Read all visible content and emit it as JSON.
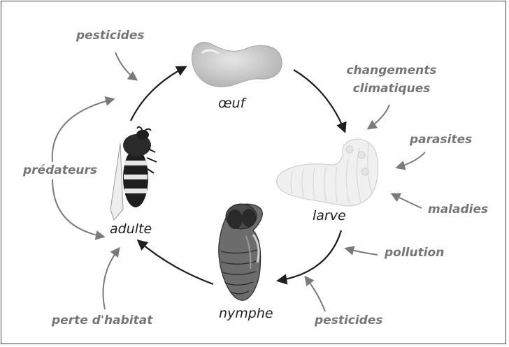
{
  "stages": {
    "egg": "œuf",
    "larva": "larve",
    "pupa": "nymphe",
    "adult": "adulte"
  },
  "threats": {
    "pesticides_top": "pesticides",
    "climate_line1": "changements",
    "climate_line2": "climatiques",
    "parasites": "parasites",
    "predators": "prédateurs",
    "diseases": "maladies",
    "pollution": "pollution",
    "habitat_loss": "perte d'habitat",
    "pesticides_bottom": "pesticides"
  },
  "colors": {
    "cycle_arrow": "#1e1e1e",
    "threat_arrow": "#7a7a7a",
    "threat_text": "#757575",
    "stage_text": "#1e1e1e",
    "border": "#444444"
  },
  "icons": {
    "egg": "egg-illustration",
    "larva": "larva-illustration",
    "pupa": "pupa-illustration",
    "adult": "bee-illustration"
  }
}
